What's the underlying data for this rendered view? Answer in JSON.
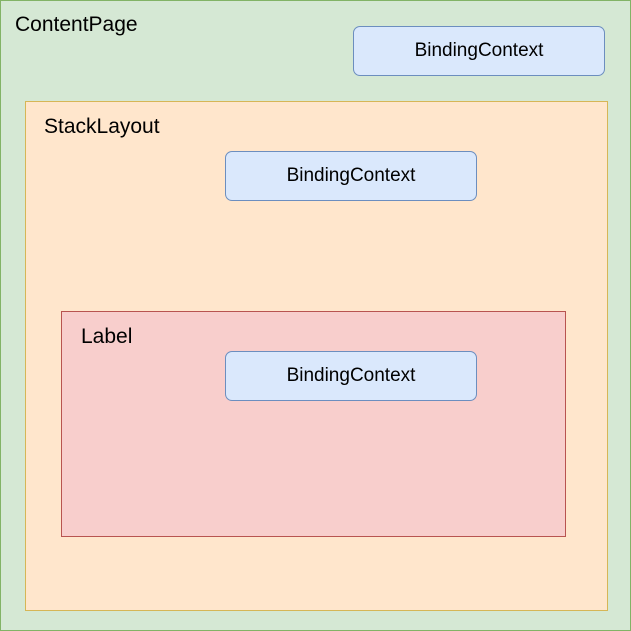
{
  "content_page": {
    "title": "ContentPage",
    "binding_context": "BindingContext",
    "fill": "#d5e8d4",
    "stroke": "#82b366"
  },
  "stack_layout": {
    "title": "StackLayout",
    "binding_context": "BindingContext",
    "fill": "#ffe6cc",
    "stroke": "#d6b656"
  },
  "label": {
    "title": "Label",
    "binding_context": "BindingContext",
    "fill": "#f8cecc",
    "stroke": "#b85450"
  },
  "binding_context_style": {
    "fill": "#dae8fc",
    "stroke": "#6c8ebf"
  }
}
